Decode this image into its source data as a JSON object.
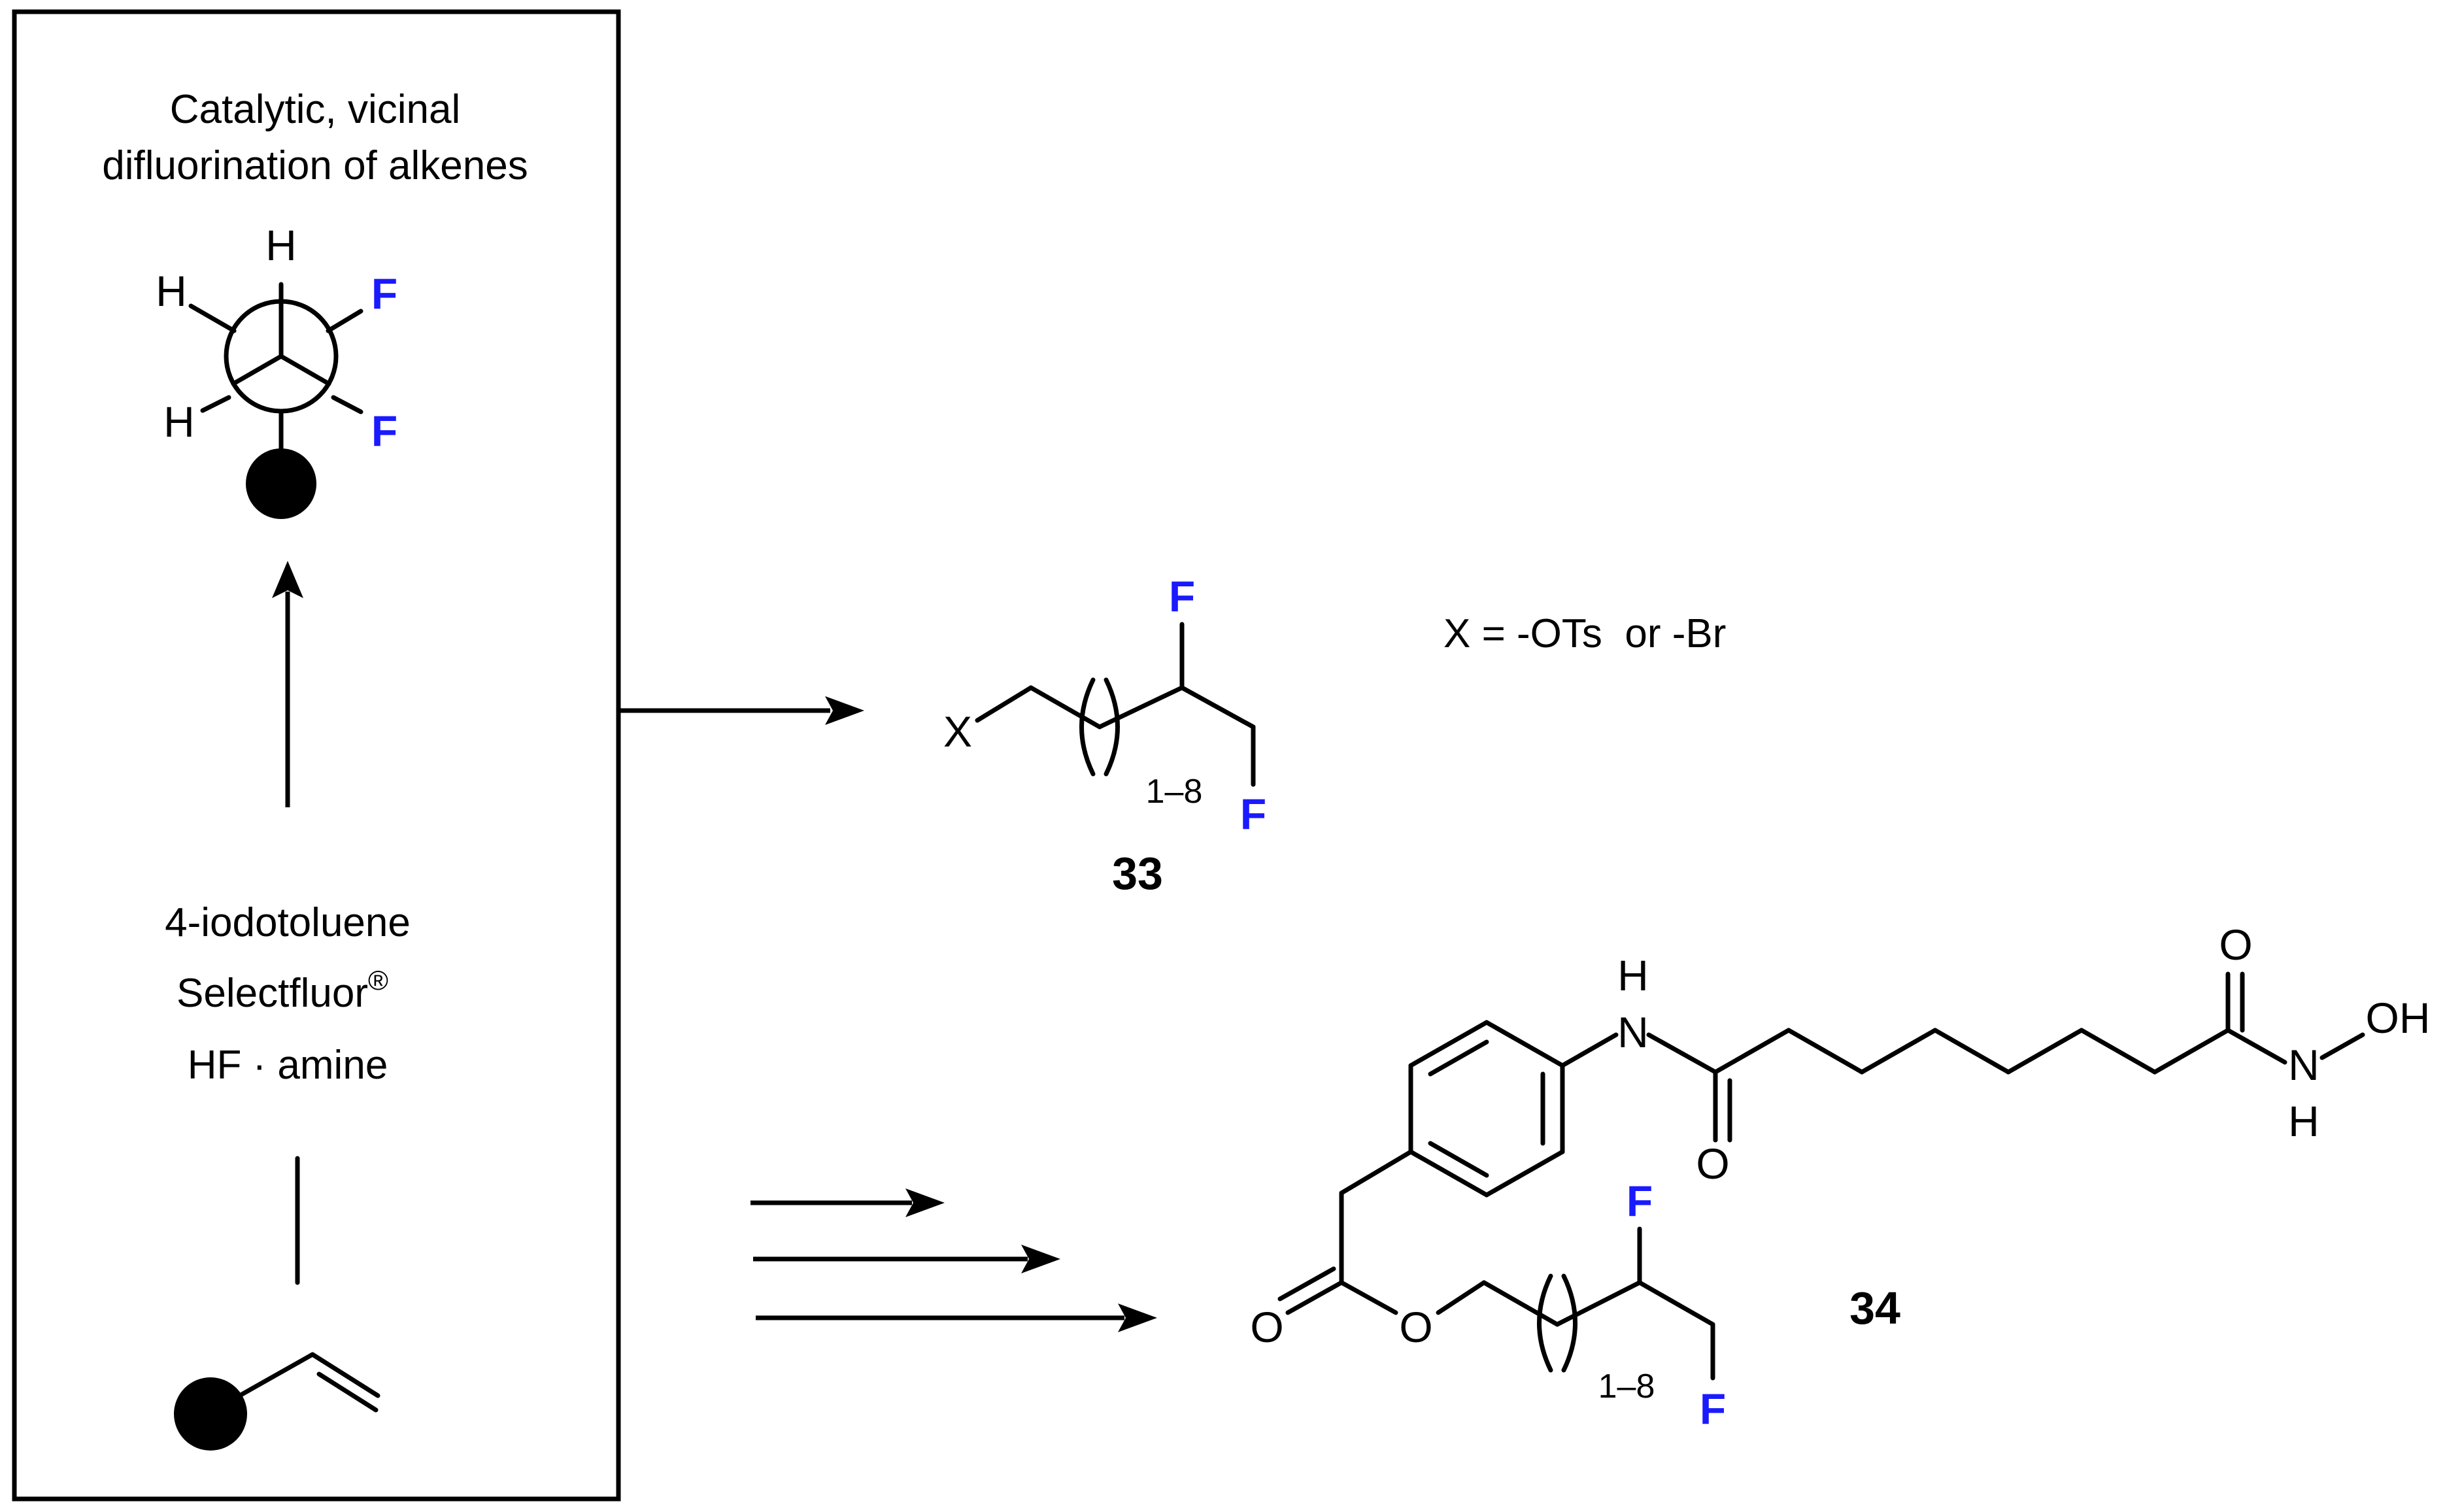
{
  "box": {
    "title_line1": "Catalytic, vicinal",
    "title_line2": "difluorination of alkenes",
    "reagent1": "4-iodotoluene",
    "reagent2": "Selectfluor",
    "reagent2_sup": "®",
    "reagent3": "HF · amine"
  },
  "atoms": {
    "H": "H",
    "F": "F",
    "X": "X",
    "O": "O",
    "N": "N",
    "OH": "OH",
    "repeat": "1–8"
  },
  "legend": {
    "x_def": "X = -OTs  or -Br"
  },
  "compounds": {
    "c33": "33",
    "c34": "34"
  },
  "colors": {
    "fluorine": "#1a1aff",
    "line": "#000000",
    "background": "#ffffff"
  }
}
